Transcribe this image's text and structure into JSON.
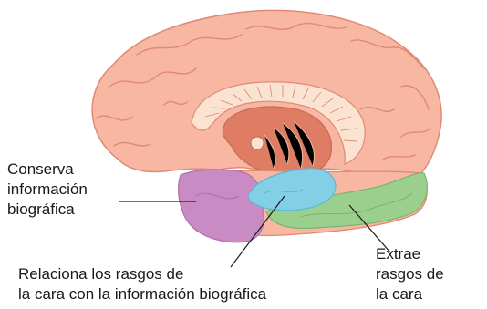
{
  "labels": {
    "left": {
      "lines": [
        "Conserva",
        "información",
        "biográfica"
      ],
      "region_color": "#c98bc4"
    },
    "bottom": {
      "lines": [
        "Relaciona los rasgos de",
        "la cara con la información biográfica"
      ],
      "region_color": "#82cfe6"
    },
    "right": {
      "lines": [
        "Extrae",
        "rasgos de",
        "la cara"
      ],
      "region_color": "#9bcf8e"
    }
  },
  "colors": {
    "cortex": "#f7b7a3",
    "cortex_outline": "#e08a76",
    "inner_band": "#fbe3d2",
    "deep_structure": "#de7d64",
    "leader_line": "#1a1a1a"
  }
}
